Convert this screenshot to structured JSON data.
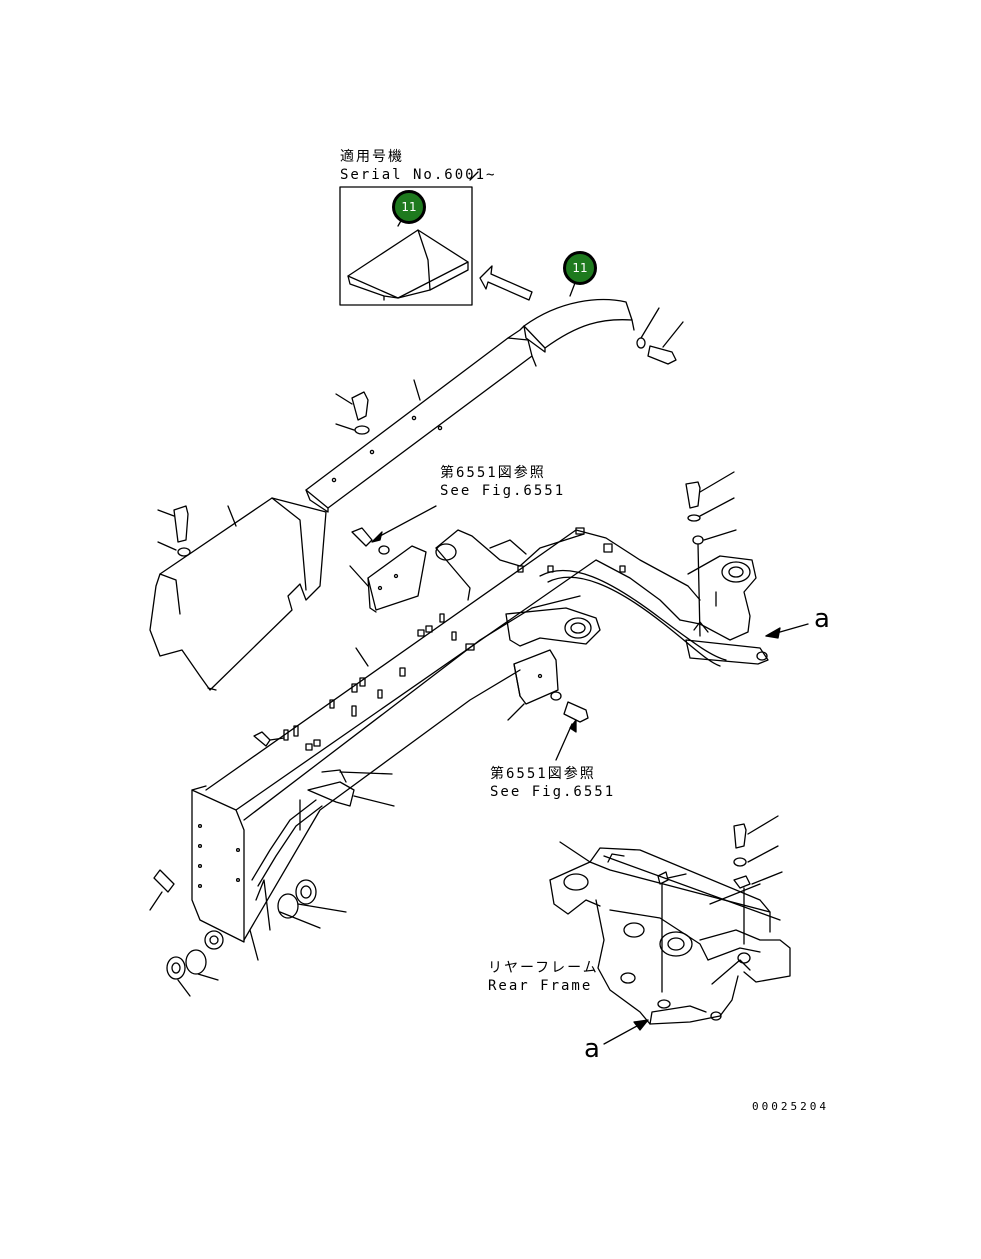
{
  "inset": {
    "applicable_jp": "適用号機",
    "serial": "Serial No.6001~"
  },
  "callouts": [
    {
      "id": "inset",
      "label": "11"
    },
    {
      "id": "main",
      "label": "11"
    }
  ],
  "ref_upper": {
    "jp": "第6551図参照",
    "en": "See Fig.6551"
  },
  "ref_lower": {
    "jp": "第6551図参照",
    "en": "See Fig.6551"
  },
  "rear_frame": {
    "jp": "リヤーフレーム",
    "en": "Rear Frame"
  },
  "view_marker_right": "a",
  "view_marker_bottom": "a",
  "drawing_number": "00025204"
}
